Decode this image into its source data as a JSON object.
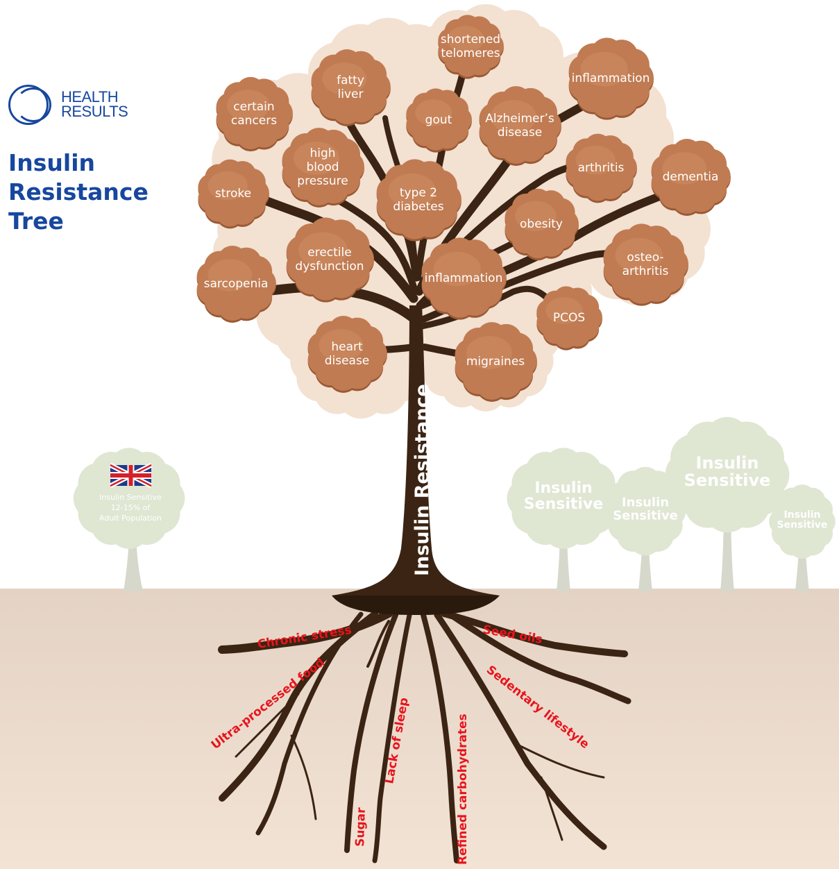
{
  "brand": {
    "line1": "HEALTH",
    "line2": "RESULTS"
  },
  "title_lines": [
    "Insulin",
    "Resistance",
    "Tree"
  ],
  "trunk_label": "Insulin Resistance",
  "conditions": [
    {
      "lines": [
        "shortened",
        "telomeres"
      ]
    },
    {
      "lines": [
        "fatty",
        "liver"
      ]
    },
    {
      "lines": [
        "inflammation"
      ]
    },
    {
      "lines": [
        "certain",
        "cancers"
      ]
    },
    {
      "lines": [
        "gout"
      ]
    },
    {
      "lines": [
        "Alzheimer’s",
        "disease"
      ]
    },
    {
      "lines": [
        "high",
        "blood",
        "pressure"
      ]
    },
    {
      "lines": [
        "arthritis"
      ]
    },
    {
      "lines": [
        "dementia"
      ]
    },
    {
      "lines": [
        "stroke"
      ]
    },
    {
      "lines": [
        "type 2",
        "diabetes"
      ]
    },
    {
      "lines": [
        "obesity"
      ]
    },
    {
      "lines": [
        "erectile",
        "dysfunction"
      ]
    },
    {
      "lines": [
        "osteo-",
        "arthritis"
      ]
    },
    {
      "lines": [
        "sarcopenia"
      ]
    },
    {
      "lines": [
        "inflammation"
      ]
    },
    {
      "lines": [
        "PCOS"
      ]
    },
    {
      "lines": [
        "heart",
        "disease"
      ]
    },
    {
      "lines": [
        "migraines"
      ]
    }
  ],
  "causes": [
    "Chronic stress",
    "Seed oils",
    "Ultra-processed food",
    "Lack of sleep",
    "Sedentary lifestyle",
    "Refined carbohydrates",
    "Sugar"
  ],
  "uk_tree": {
    "lines": [
      "Insulin Sensitive",
      "12-15% of",
      "Adult Population"
    ]
  },
  "sensitive_trees": [
    {
      "lines": [
        "Insulin",
        "Sensitive"
      ]
    },
    {
      "lines": [
        "Insulin",
        "Sensitive"
      ]
    },
    {
      "lines": [
        "Insulin",
        "Sensitive"
      ]
    },
    {
      "lines": [
        "Insulin",
        "Sensitive"
      ]
    }
  ],
  "colors": {
    "brand_blue": "#17479e",
    "bark": "#3b2413",
    "blossom": "#c07b52",
    "blossom_dark": "#a6623c",
    "cause_red": "#e8141c",
    "ghost_canopy": "#f1dccb",
    "sensitive_green": "#dfe6d2",
    "soil_top": "#e4d3c4",
    "soil_bottom": "#f1e2d6"
  }
}
